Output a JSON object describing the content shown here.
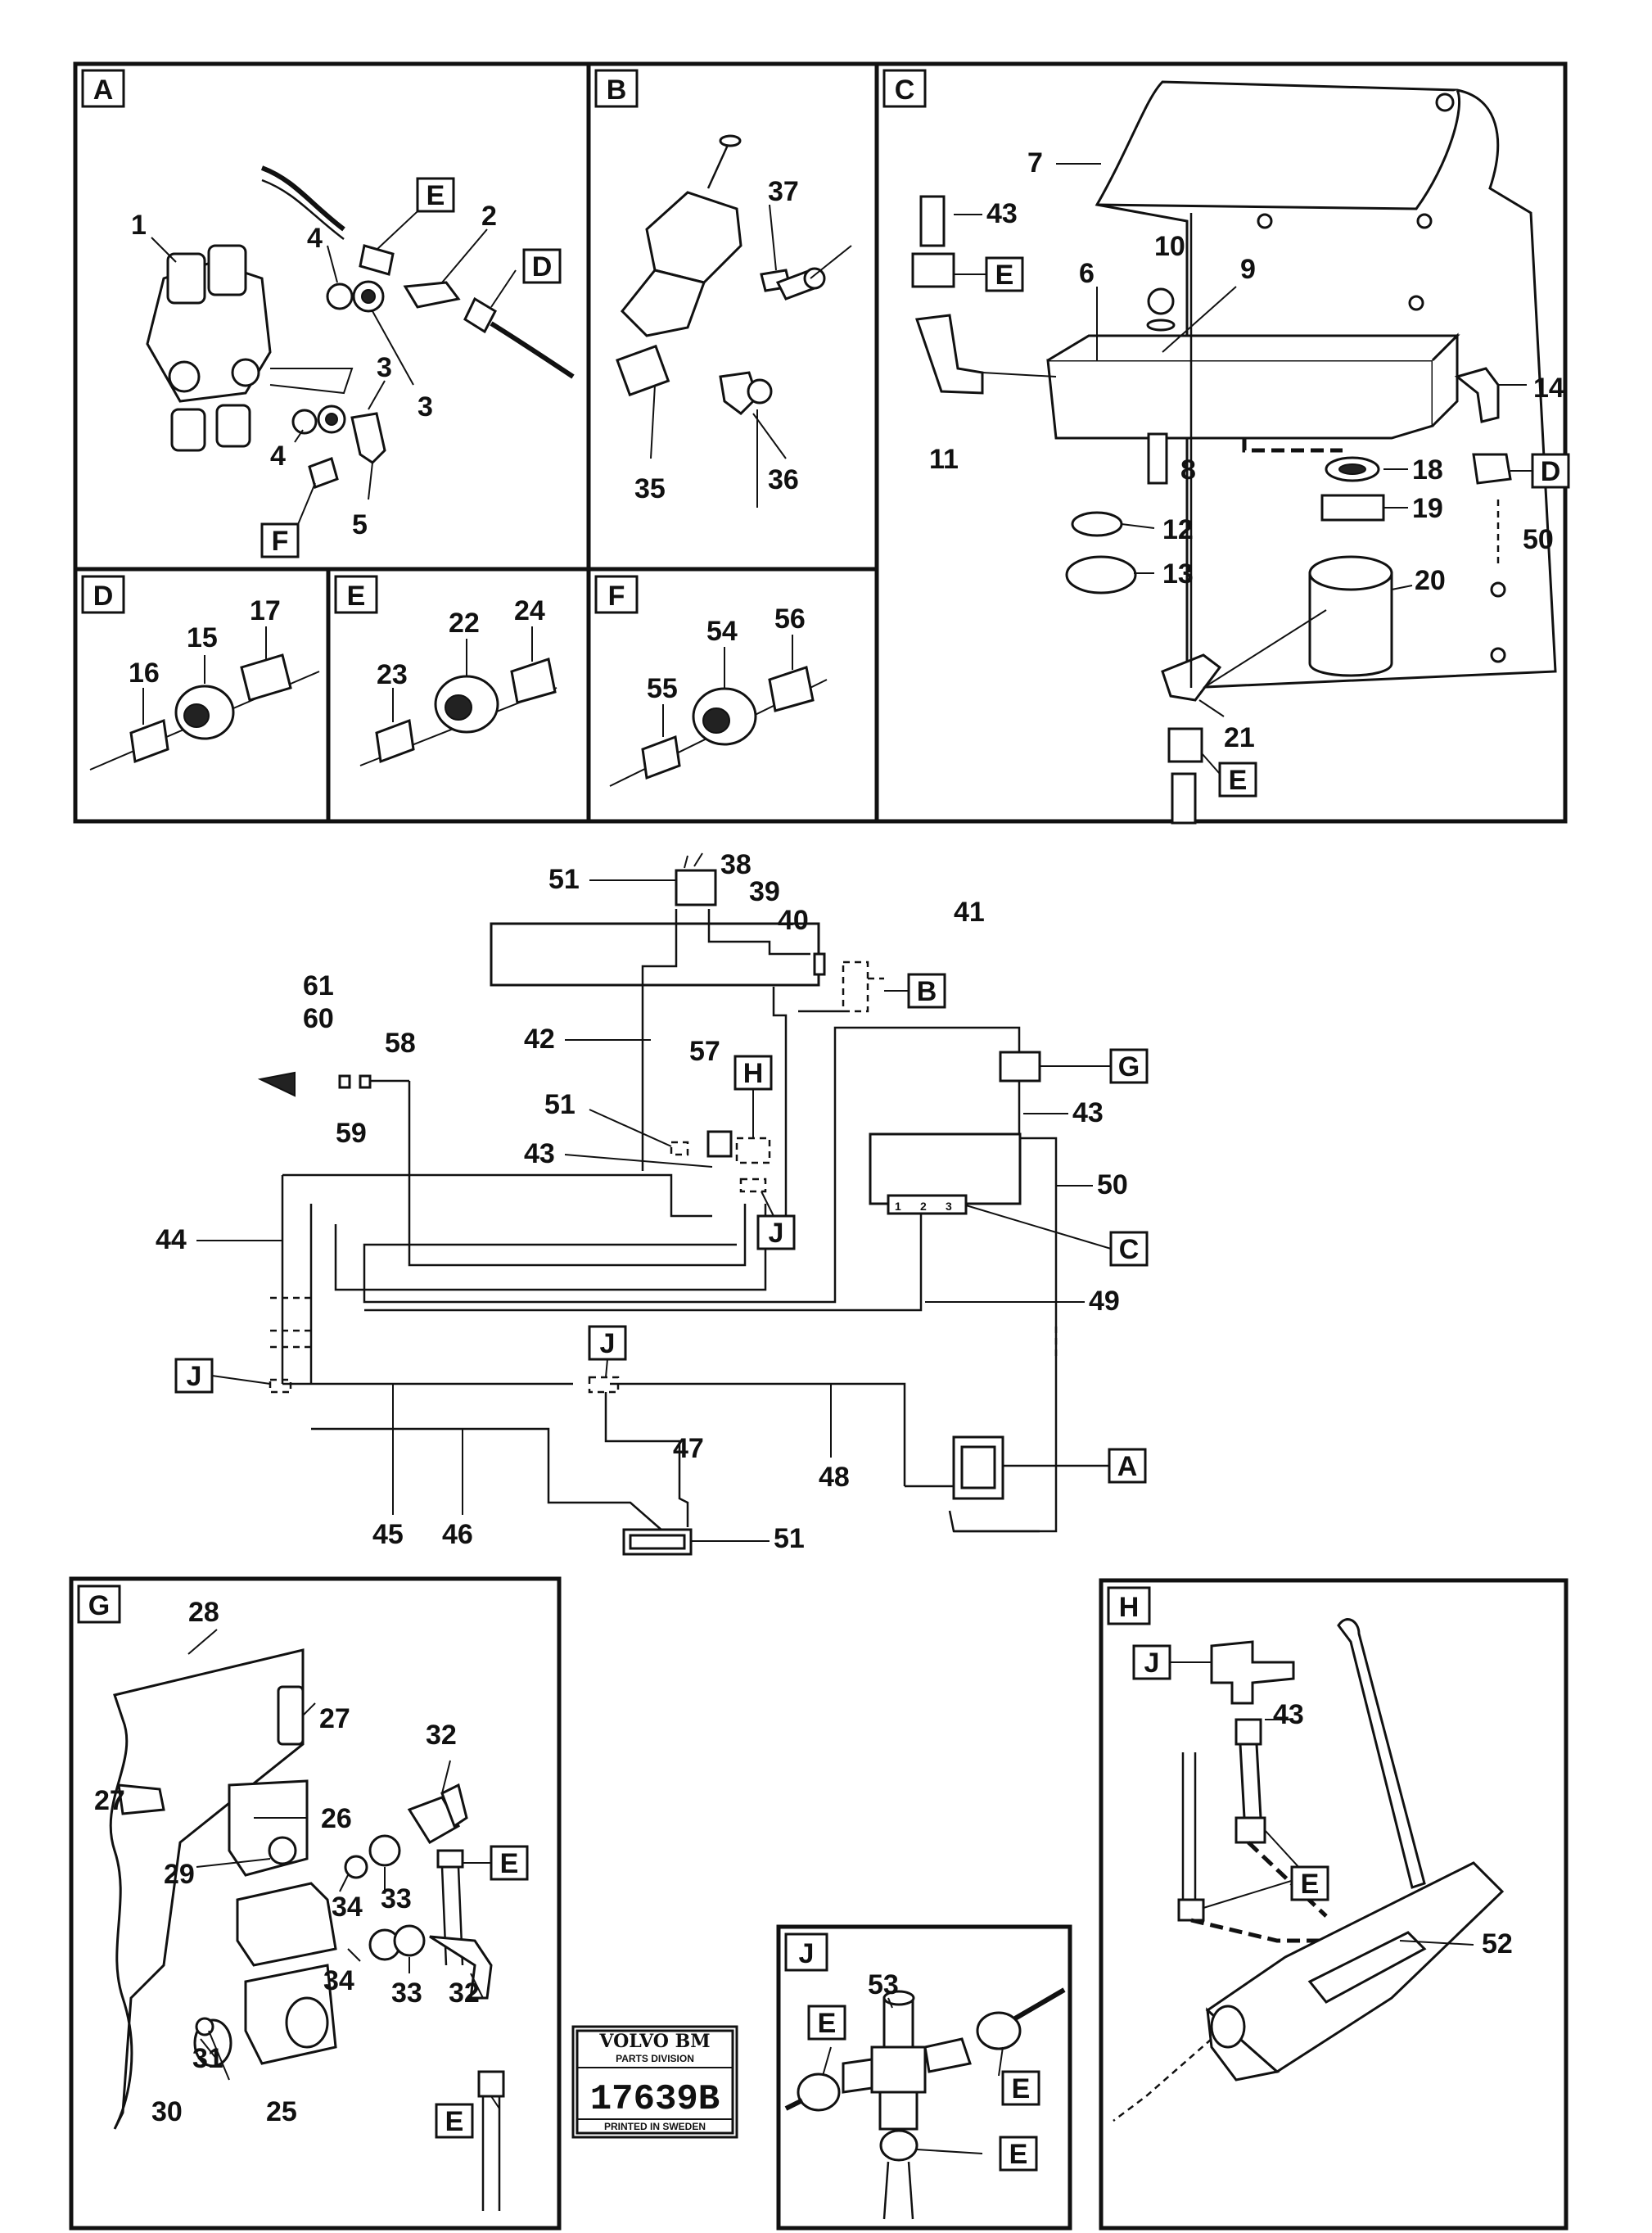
{
  "panels": {
    "A": "A",
    "B": "B",
    "C": "C",
    "D": "D",
    "E": "E",
    "F": "F",
    "G": "G",
    "H": "H",
    "J": "J"
  },
  "callouts": {
    "A": "A",
    "B": "B",
    "C": "C",
    "D": "D",
    "E": "E",
    "F": "F",
    "G": "G",
    "H": "H",
    "J": "J"
  },
  "parts": {
    "p1": "1",
    "p2": "2",
    "p3": "3",
    "p4": "4",
    "p5": "5",
    "p6": "6",
    "p7": "7",
    "p8": "8",
    "p9": "9",
    "p10": "10",
    "p11": "11",
    "p12": "12",
    "p13": "13",
    "p14": "14",
    "p15": "15",
    "p16": "16",
    "p17": "17",
    "p18": "18",
    "p19": "19",
    "p20": "20",
    "p21": "21",
    "p22": "22",
    "p23": "23",
    "p24": "24",
    "p25": "25",
    "p26": "26",
    "p27": "27",
    "p28": "28",
    "p29": "29",
    "p30": "30",
    "p31": "31",
    "p32": "32",
    "p33": "33",
    "p34": "34",
    "p35": "35",
    "p36": "36",
    "p37": "37",
    "p38": "38",
    "p39": "39",
    "p40": "40",
    "p41": "41",
    "p42": "42",
    "p43": "43",
    "p44": "44",
    "p45": "45",
    "p46": "46",
    "p47": "47",
    "p48": "48",
    "p49": "49",
    "p50": "50",
    "p51": "51",
    "p52": "52",
    "p53": "53",
    "p54": "54",
    "p55": "55",
    "p56": "56",
    "p57": "57",
    "p58": "58",
    "p59": "59",
    "p60": "60",
    "p61": "61"
  },
  "stamp": {
    "brand": "VOLVO BM",
    "division": "PARTS DIVISION",
    "number": "17639B",
    "printed": "PRINTED IN SWEDEN"
  },
  "schematic_pins": {
    "pin1": "1",
    "pin2": "2",
    "pin3": "3"
  }
}
